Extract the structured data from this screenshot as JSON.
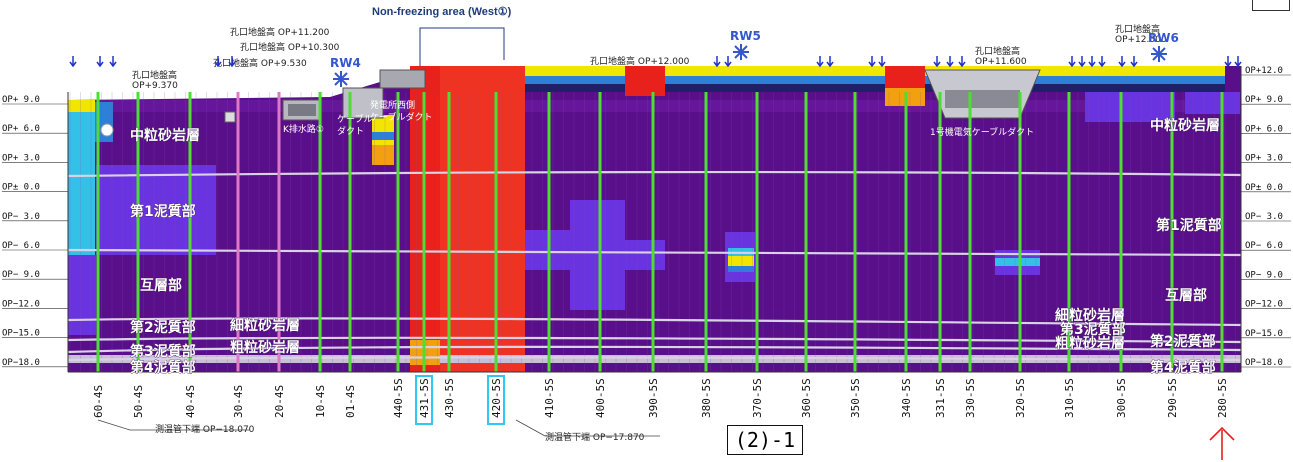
{
  "title": "Non-freezing area (West①)",
  "page_id": "(2)-1",
  "colors": {
    "base": "#5a0f8a",
    "band_purple": "#6f1ea8",
    "violet": "#6a33e0",
    "blue": "#2e7fd8",
    "cyan": "#33c1e8",
    "yellow": "#f2e600",
    "orange": "#f2a010",
    "red": "#e8211c",
    "green_line": "#4ddd34",
    "pink_line": "#e078c8",
    "rw_marker": "#3557cc",
    "arrow_blue": "#2233cc",
    "arrow_red": "#e8211c",
    "highlight_box": "#2ec8f0"
  },
  "elevation_labels": [
    "OP+12.0",
    "OP+ 9.0",
    "OP+ 6.0",
    "OP+ 3.0",
    "OP± 0.0",
    "OP− 3.0",
    "OP− 6.0",
    "OP− 9.0",
    "OP−12.0",
    "OP−15.0",
    "OP−18.0"
  ],
  "elevation_labels_left": [
    "OP+ 9.0",
    "OP+ 6.0",
    "OP+ 3.0",
    "OP± 0.0",
    "OP− 3.0",
    "OP− 6.0",
    "OP− 9.0",
    "OP−12.0",
    "OP−15.0",
    "OP−18.0"
  ],
  "pipes": [
    "60-4S",
    "50-4S",
    "40-4S",
    "30-4S",
    "20-4S",
    "10-4S",
    "01-4S",
    "440-5S",
    "431-5S",
    "430-5S",
    "420-5S",
    "410-5S",
    "400-5S",
    "390-5S",
    "380-5S",
    "370-5S",
    "360-5S",
    "350-5S",
    "340-5S",
    "331-5S",
    "330-5S",
    "320-5S",
    "310-5S",
    "300-5S",
    "290-5S",
    "280-5S"
  ],
  "highlighted_pipes": [
    "431-5S",
    "420-5S"
  ],
  "rw_markers": [
    {
      "label": "RW4"
    },
    {
      "label": "RW5"
    },
    {
      "label": "RW6"
    }
  ],
  "ground_labels": [
    {
      "text": "孔口地盤高\nOP+9.370"
    },
    {
      "text": "孔口地盤高 OP+9.530"
    },
    {
      "text": "孔口地盤高 OP+10.300"
    },
    {
      "text": "孔口地盤高 OP+11.200"
    },
    {
      "text": "孔口地盤高 OP+12.000"
    },
    {
      "text": "孔口地盤高\nOP+11.600"
    },
    {
      "text": "孔口地盤高\nOP+12.000"
    }
  ],
  "structure_labels": [
    {
      "text": "K排水路①"
    },
    {
      "text": "ケーブル\nダクト"
    },
    {
      "text": "発電所西側\nケーブルダクト"
    },
    {
      "text": "1号機電気ケーブルダクト"
    }
  ],
  "stratum_labels": [
    {
      "text": "中粒砂岩層"
    },
    {
      "text": "第1泥質部"
    },
    {
      "text": "互層部"
    },
    {
      "text": "第2泥質部"
    },
    {
      "text": "細粒砂岩層"
    },
    {
      "text": "第3泥質部"
    },
    {
      "text": "粗粒砂岩層"
    },
    {
      "text": "第4泥質部"
    },
    {
      "text": "中粒砂岩層"
    },
    {
      "text": "第1泥質部"
    },
    {
      "text": "互層部"
    },
    {
      "text": "細粒砂岩層"
    },
    {
      "text": "第3泥質部"
    },
    {
      "text": "粗粒砂岩層"
    },
    {
      "text": "第2泥質部"
    },
    {
      "text": "第4泥質部"
    }
  ],
  "bottom_notes": [
    {
      "text": "測温管下端 OP−18.070"
    },
    {
      "text": "測温管下端 OP−17.870"
    }
  ]
}
